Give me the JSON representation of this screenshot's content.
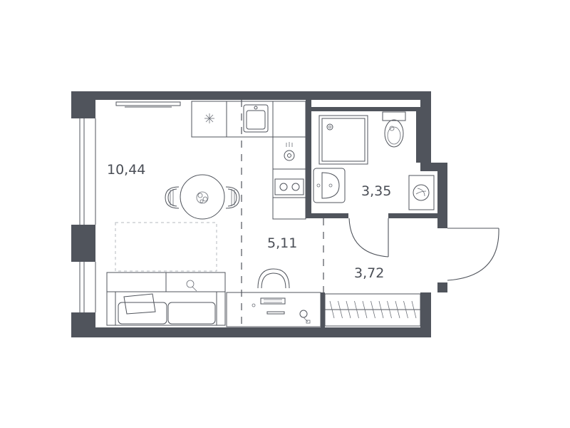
{
  "rooms": {
    "main_room_area": "10,44",
    "kitchen_area": "5,11",
    "bathroom_area": "3,35",
    "hallway_area": "3,72"
  },
  "colors": {
    "walls": "#50545c",
    "text": "#4a4e56",
    "background": "#ffffff"
  }
}
